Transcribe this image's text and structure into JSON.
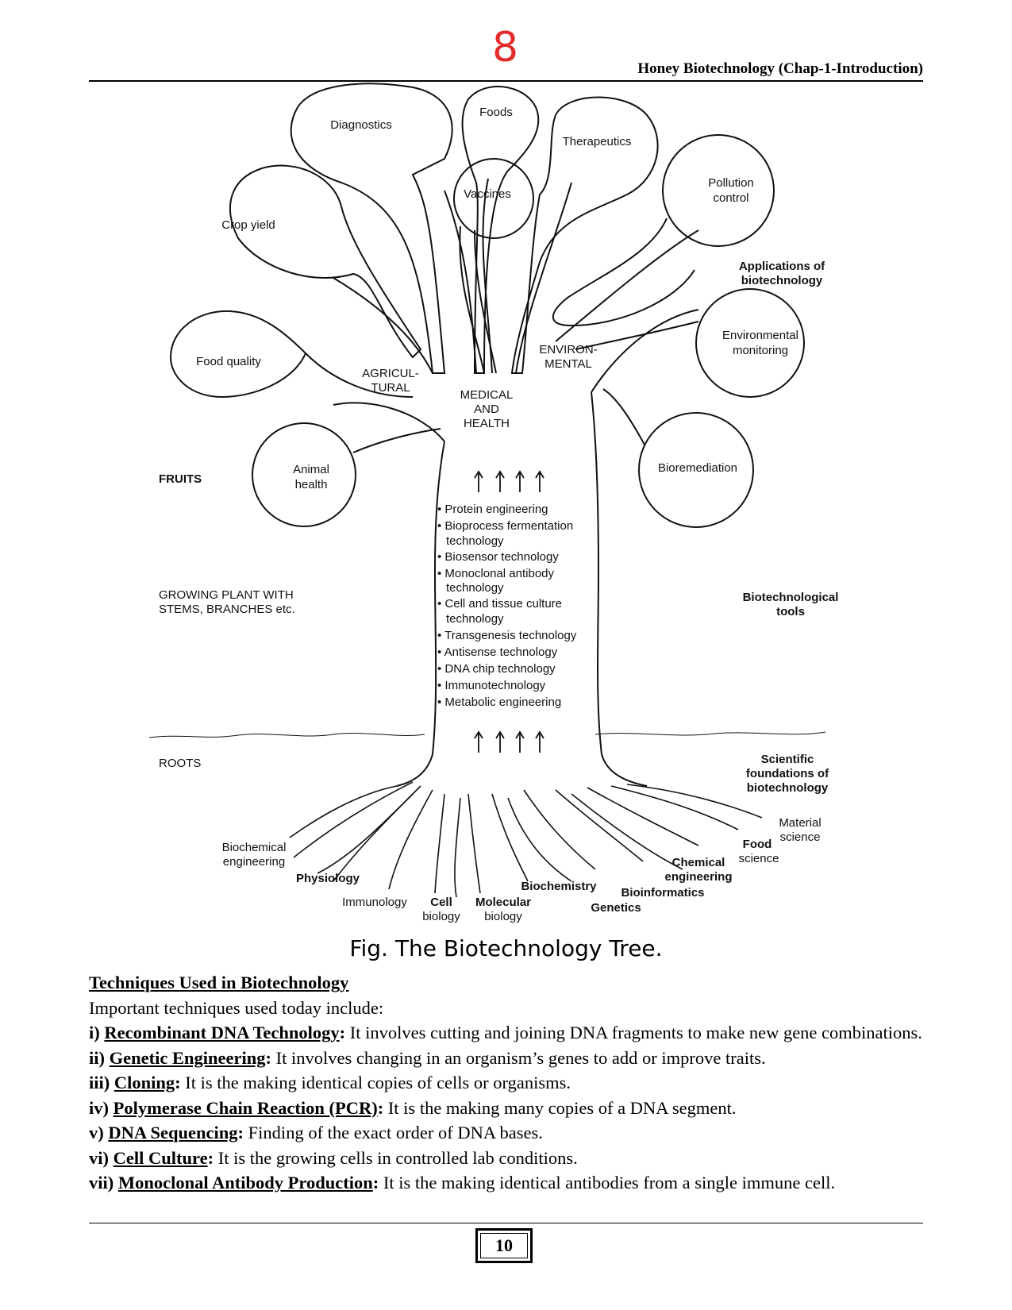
{
  "header": {
    "chapter_number": "8",
    "running_title": "Honey Biotechnology (Chap-1-Introduction)"
  },
  "figure": {
    "leaves": {
      "diagnostics": "Diagnostics",
      "foods": "Foods",
      "therapeutics": "Therapeutics",
      "vaccines": "Vaccines",
      "crop_yield": "Crop yield",
      "pollution": [
        "Pollution",
        "control"
      ],
      "food_quality": "Food quality",
      "env_monitoring": [
        "Environmental",
        "monitoring"
      ],
      "animal_health": [
        "Animal",
        "health"
      ],
      "bioremediation": "Bioremediation"
    },
    "branches": {
      "agricultural": [
        "AGRICUL-",
        "TURAL"
      ],
      "medical": [
        "MEDICAL",
        "AND",
        "HEALTH"
      ],
      "environmental": [
        "ENVIRON-",
        "MENTAL"
      ]
    },
    "side_labels": {
      "applications": [
        "Applications of",
        "biotechnology"
      ],
      "fruits": "FRUITS",
      "growing": [
        "GROWING PLANT WITH",
        "STEMS, BRANCHES etc."
      ],
      "tools": [
        "Biotechnological",
        "tools"
      ],
      "roots": "ROOTS",
      "foundations": [
        "Scientific",
        "foundations of",
        "biotechnology"
      ]
    },
    "tools_list": [
      [
        "Protein engineering"
      ],
      [
        "Bioprocess fermentation",
        "technology"
      ],
      [
        "Biosensor technology"
      ],
      [
        "Monoclonal antibody",
        "technology"
      ],
      [
        "Cell and tissue culture",
        "technology"
      ],
      [
        "Transgenesis technology"
      ],
      [
        "Antisense technology"
      ],
      [
        "DNA chip technology"
      ],
      [
        "Immunotechnology"
      ],
      [
        "Metabolic engineering"
      ]
    ],
    "roots": {
      "biochemical_engineering": [
        "Biochemical",
        "engineering"
      ],
      "physiology": "Physiology",
      "immunology": "Immunology",
      "cell_biology": [
        "Cell",
        "biology"
      ],
      "molecular_biology": [
        "Molecular",
        "biology"
      ],
      "biochemistry": "Biochemistry",
      "genetics": "Genetics",
      "bioinformatics": "Bioinformatics",
      "chemical_engineering": [
        "Chemical",
        "engineering"
      ],
      "food_science": [
        "Food",
        "science"
      ],
      "material_science": [
        "Material",
        "science"
      ]
    },
    "caption": "Fig. The Biotechnology Tree."
  },
  "section": {
    "heading": "Techniques Used in Biotechnology",
    "intro": "Important techniques used today include:",
    "items": [
      {
        "num": "i)",
        "term": "Recombinant DNA Technology",
        "text": " It involves cutting and joining DNA fragments to make new gene combinations."
      },
      {
        "num": "ii)",
        "term": "Genetic Engineering",
        "text": " It involves changing in an organism’s genes to add or improve traits."
      },
      {
        "num": "iii)",
        "term": "Cloning",
        "text": " It is the making identical copies of cells or organisms."
      },
      {
        "num": "iv)",
        "term": "Polymerase Chain Reaction (PCR)",
        "text": " It is the making many copies of a DNA segment."
      },
      {
        "num": "v)",
        "term": "DNA Sequencing",
        "text": " Finding of the exact order of DNA bases."
      },
      {
        "num": "vi)",
        "term": "Cell Culture",
        "text": " It is the growing cells in controlled lab conditions."
      },
      {
        "num": "vii)",
        "term": "Monoclonal Antibody Production",
        "text": " It is the making identical antibodies from a single immune cell."
      }
    ]
  },
  "footer": {
    "page_number": "10"
  }
}
